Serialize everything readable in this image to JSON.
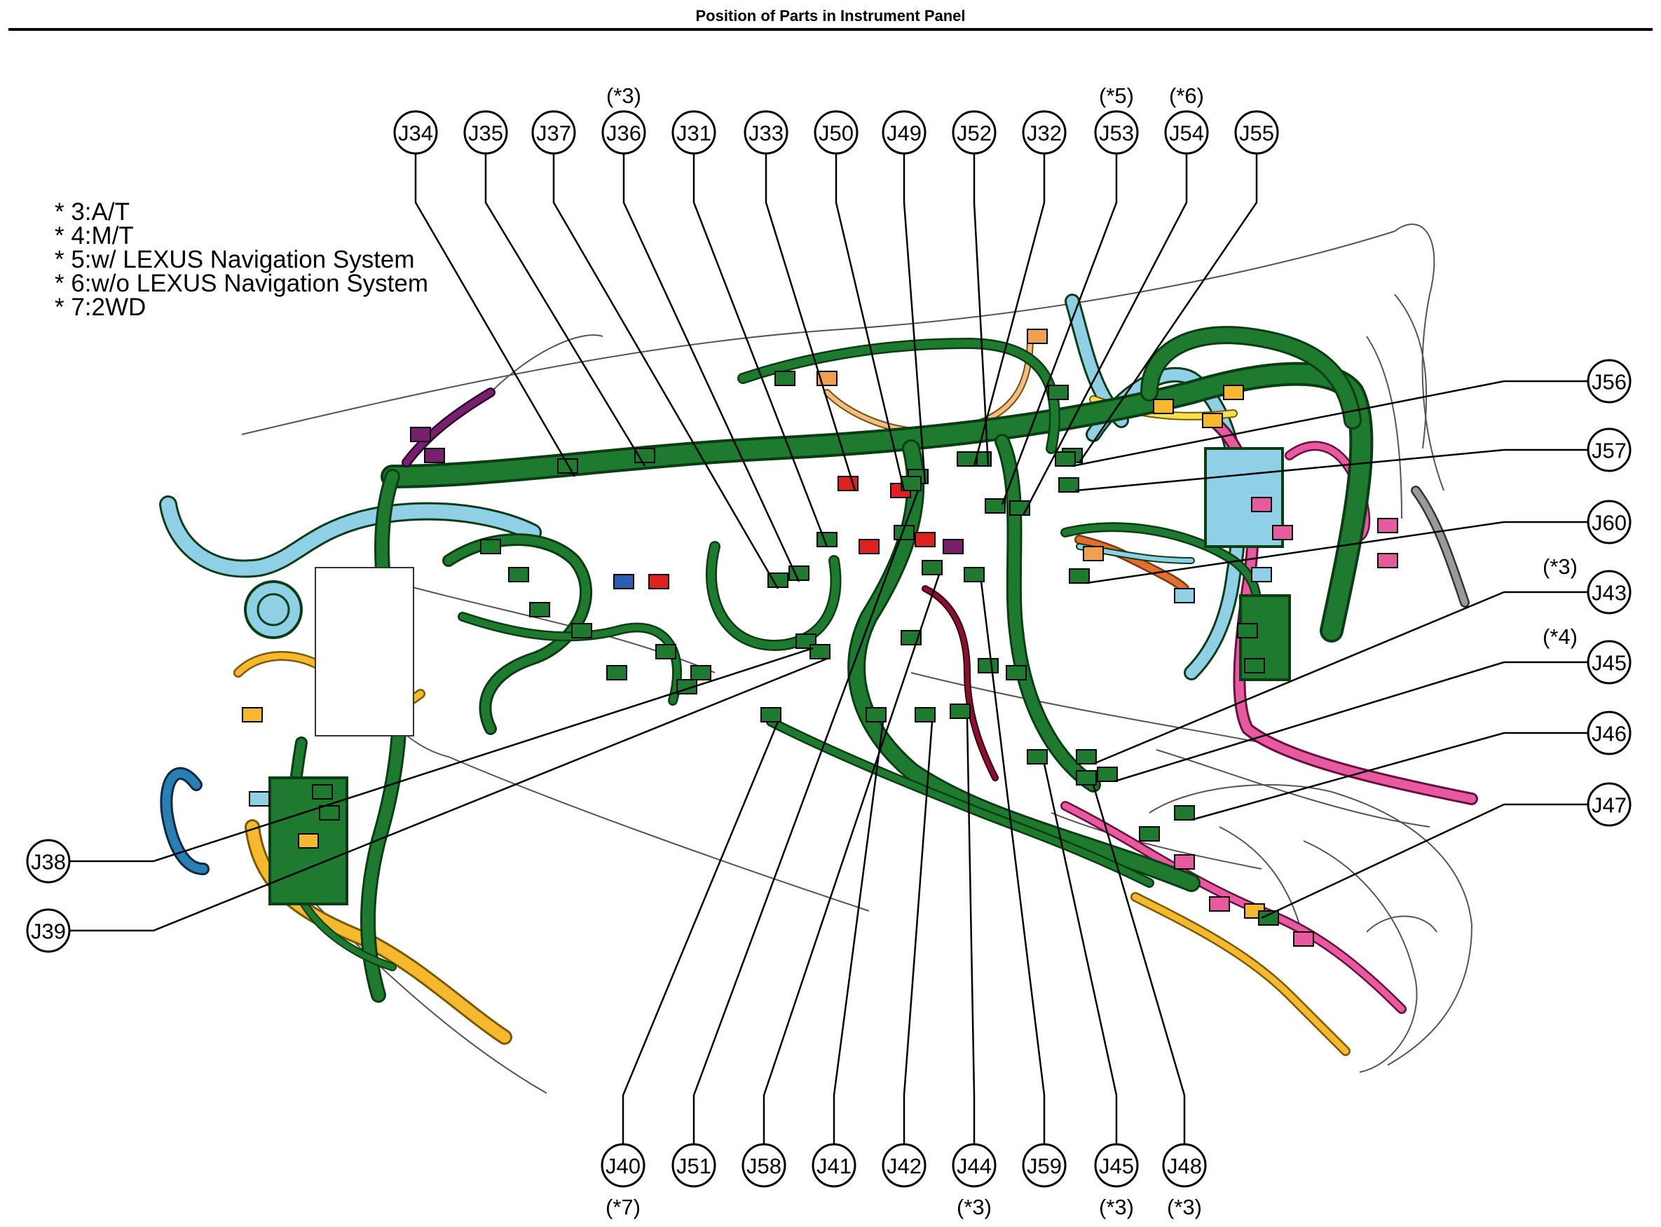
{
  "title": "Position of Parts in Instrument Panel",
  "notes": [
    "* 3:A/T",
    "* 4:M/T",
    "* 5:w/ LEXUS Navigation System",
    "* 6:w/o LEXUS Navigation System",
    "* 7:2WD"
  ],
  "colors": {
    "harness_main": "#1d7a2e",
    "harness_outline": "#0b3d14",
    "harness_light_blue": "#8fd0e6",
    "harness_yellow": "#f5b82e",
    "harness_pink": "#e85aa0",
    "harness_orange": "#f0a050",
    "connector_red": "#e02020",
    "connector_purple": "#7a1e6e",
    "connector_blue": "#2a5fb0",
    "outline": "#000000"
  },
  "callouts_top": [
    {
      "id": "J34",
      "note": ""
    },
    {
      "id": "J35",
      "note": ""
    },
    {
      "id": "J37",
      "note": ""
    },
    {
      "id": "J36",
      "note": "(*3)"
    },
    {
      "id": "J31",
      "note": ""
    },
    {
      "id": "J33",
      "note": ""
    },
    {
      "id": "J50",
      "note": ""
    },
    {
      "id": "J49",
      "note": ""
    },
    {
      "id": "J52",
      "note": ""
    },
    {
      "id": "J32",
      "note": ""
    },
    {
      "id": "J53",
      "note": "(*5)"
    },
    {
      "id": "J54",
      "note": "(*6)"
    },
    {
      "id": "J55",
      "note": ""
    }
  ],
  "callouts_right": [
    {
      "id": "J56",
      "note": ""
    },
    {
      "id": "J57",
      "note": ""
    },
    {
      "id": "J60",
      "note": ""
    },
    {
      "id": "J43",
      "note": "(*3)"
    },
    {
      "id": "J45",
      "note": "(*4)"
    },
    {
      "id": "J46",
      "note": ""
    },
    {
      "id": "J47",
      "note": ""
    }
  ],
  "callouts_left": [
    {
      "id": "J38",
      "note": ""
    },
    {
      "id": "J39",
      "note": ""
    }
  ],
  "callouts_bottom": [
    {
      "id": "J40",
      "note": "(*7)"
    },
    {
      "id": "J51",
      "note": ""
    },
    {
      "id": "J58",
      "note": ""
    },
    {
      "id": "J41",
      "note": ""
    },
    {
      "id": "J42",
      "note": ""
    },
    {
      "id": "J44",
      "note": "(*3)"
    },
    {
      "id": "J59",
      "note": ""
    },
    {
      "id": "J45",
      "note": "(*3)"
    },
    {
      "id": "J48",
      "note": "(*3)"
    }
  ]
}
